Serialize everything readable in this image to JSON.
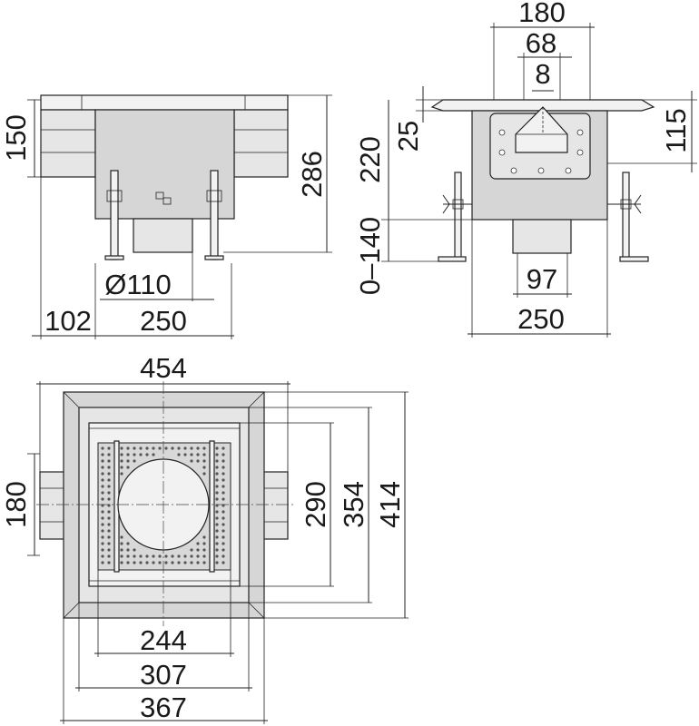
{
  "side_view": {
    "dim_150": "150",
    "dim_286": "286",
    "dim_diameter": "Ø110",
    "dim_102": "102",
    "dim_250": "250"
  },
  "front_view": {
    "dim_180": "180",
    "dim_68": "68",
    "dim_8": "8",
    "dim_25": "25",
    "dim_220": "220",
    "dim_115": "115",
    "dim_0_140": "0–140",
    "dim_97": "97",
    "dim_250": "250"
  },
  "top_view": {
    "dim_454": "454",
    "dim_180": "180",
    "dim_290": "290",
    "dim_354": "354",
    "dim_414": "414",
    "dim_244": "244",
    "dim_307": "307",
    "dim_367": "367"
  }
}
